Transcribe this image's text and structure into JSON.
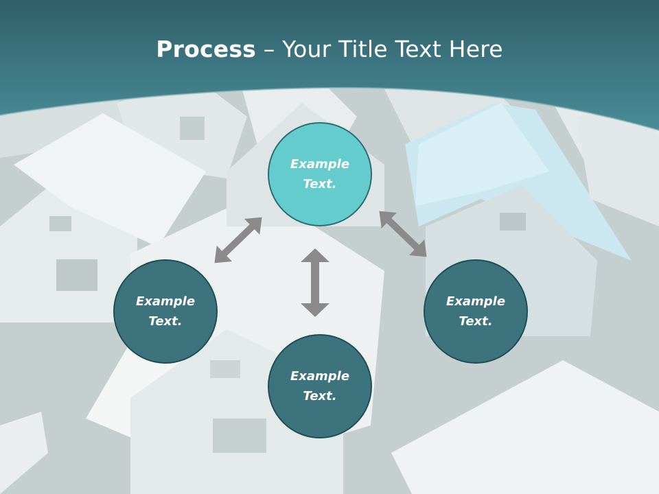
{
  "title": {
    "bold": "Process",
    "rest": " – Your Title Text Here"
  },
  "nodes": {
    "top": {
      "line1": "Example",
      "line2": "Text."
    },
    "left": {
      "line1": "Example",
      "line2": "Text."
    },
    "right": {
      "line1": "Example",
      "line2": "Text."
    },
    "bottom": {
      "line1": "Example",
      "line2": "Text."
    }
  },
  "colors": {
    "header": "#3f7f89",
    "node_dark": "#3d737d",
    "node_light": "#64cccc",
    "arrow": "#8a8a8a"
  }
}
